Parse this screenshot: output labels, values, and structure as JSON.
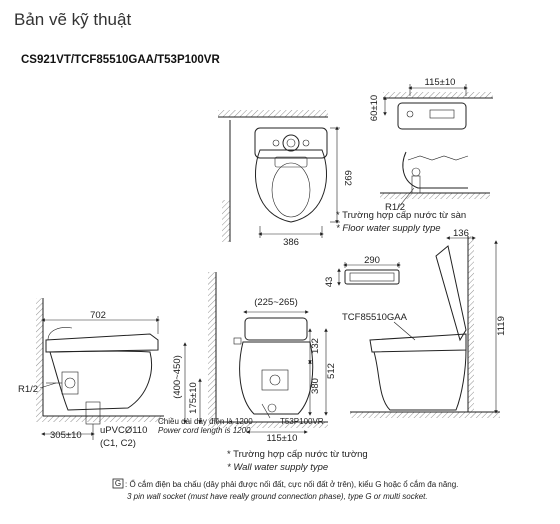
{
  "page": {
    "title": "Bản vẽ kỹ thuật",
    "model": "CS921VT/TCF85510GAA/T53P100VR"
  },
  "top_view": {
    "width_label": "386",
    "depth_label": "692"
  },
  "floor_detail": {
    "offset_h": "115±10",
    "offset_v": "60±10",
    "pipe_label": "R1/2",
    "note_vi": "* Trường hợp cấp nước từ sàn",
    "note_en": "* Floor water supply type"
  },
  "remote": {
    "width_label": "290",
    "height_label": "43"
  },
  "side_left": {
    "length_label": "702",
    "pipe_label": "R1/2",
    "offset_label": "305±10",
    "drain_label": "uPVCØ110",
    "drain_sub": "(C1, C2)"
  },
  "front_view": {
    "range_label": "(225~265)",
    "height_range": "(400~450)",
    "dim_132": "132",
    "dim_380": "380",
    "dim_512": "512",
    "dim_175": "175±10",
    "dim_115": "115±10",
    "valve_label": "T53P100VR",
    "cord_vi": "Chiều dài dây điện là 1200",
    "cord_en": "Power cord length is 1200"
  },
  "side_right": {
    "seat_label": "TCF85510GAA",
    "dim_136": "136",
    "dim_1119": "1119"
  },
  "wall_note": {
    "vi": "* Trường hợp cấp nước từ tường",
    "en": "* Wall water supply type"
  },
  "socket_note": {
    "icon": "G",
    "vi": ": Ổ cắm điện ba chấu (dây phải được nối đất, cực nối đất ở trên), kiểu G hoặc ổ cắm đa năng.",
    "en": "3 pin wall socket (must have really ground connection phase), type G or multi socket."
  }
}
